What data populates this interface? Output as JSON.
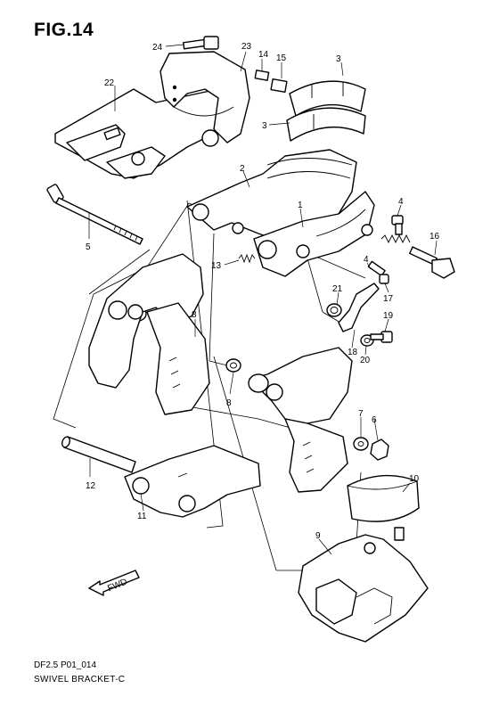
{
  "figure": {
    "title": "FIG.14",
    "code": "DF2.5 P01_014",
    "name": "SWIVEL BRACKET-C"
  },
  "parts": [
    {
      "no": "1",
      "label": "1"
    },
    {
      "no": "2",
      "label": "2"
    },
    {
      "no": "3a",
      "label": "3"
    },
    {
      "no": "3b",
      "label": "3"
    },
    {
      "no": "4a",
      "label": "4"
    },
    {
      "no": "4b",
      "label": "4"
    },
    {
      "no": "5",
      "label": "5"
    },
    {
      "no": "6",
      "label": "6"
    },
    {
      "no": "7",
      "label": "7"
    },
    {
      "no": "8a",
      "label": "8"
    },
    {
      "no": "8b",
      "label": "8"
    },
    {
      "no": "9",
      "label": "9"
    },
    {
      "no": "10",
      "label": "10"
    },
    {
      "no": "11",
      "label": "11"
    },
    {
      "no": "12",
      "label": "12"
    },
    {
      "no": "13",
      "label": "13"
    },
    {
      "no": "14",
      "label": "14"
    },
    {
      "no": "15",
      "label": "15"
    },
    {
      "no": "16",
      "label": "16"
    },
    {
      "no": "17",
      "label": "17"
    },
    {
      "no": "18",
      "label": "18"
    },
    {
      "no": "19",
      "label": "19"
    },
    {
      "no": "20",
      "label": "20"
    },
    {
      "no": "21",
      "label": "21"
    },
    {
      "no": "22",
      "label": "22"
    },
    {
      "no": "23",
      "label": "23"
    },
    {
      "no": "24",
      "label": "24"
    }
  ],
  "fwd_arrow": {
    "label": "FWD"
  }
}
